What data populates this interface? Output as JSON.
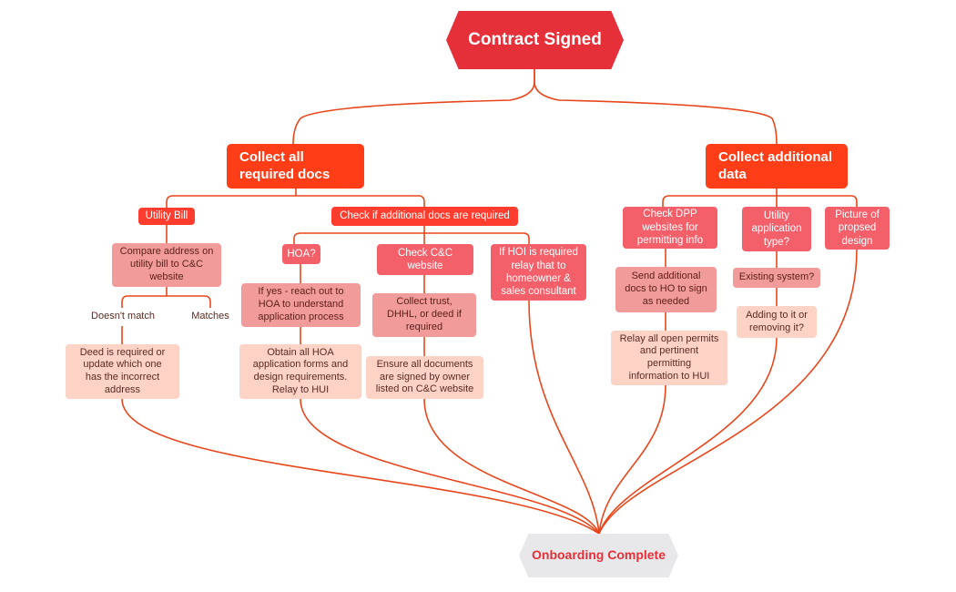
{
  "diagram": {
    "root": "Contract Signed",
    "end": "Onboarding Complete",
    "line_color": "#e8471c",
    "branches": {
      "collect_docs": "Collect all\nrequired docs",
      "collect_data": "Collect additional\ndata"
    },
    "docs": {
      "utility_bill": "Utility Bill",
      "compare_address": "Compare address on\nutility bill to C&C\nwebsite",
      "doesnt_match": "Doesn't match",
      "matches": "Matches",
      "deed_required": "Deed is required or\nupdate which one\nhas the incorrect\naddress",
      "check_additional": "Check if additional docs are required",
      "hoa": "HOA?",
      "hoa_reach_out": "If yes - reach out to\nHOA to understand\napplication process",
      "hoa_obtain": "Obtain all HOA\napplication forms and\ndesign requirements.\nRelay to HUI",
      "check_cc": "Check C&C\nwebsite",
      "collect_trust": "Collect trust,\nDHHL, or deed if\nrequired",
      "ensure_signed": "Ensure all documents\nare signed by owner\nlisted on C&C website",
      "hoi_required": "If HOI is required\nrelay that to\nhomeowner &\nsales consultant"
    },
    "data": {
      "check_dpp": "Check DPP\nwebsites for\npermitting info",
      "send_docs": "Send additional\ndocs to HO to sign\nas needed",
      "relay_permits": "Relay all open permits\nand pertinent\npermitting\ninformation to HUI",
      "utility_type": "Utility\napplication\ntype?",
      "existing_system": "Existing system?",
      "adding_removing": "Adding to it or\nremoving it?",
      "picture": "Picture of\npropsed\ndesign"
    }
  }
}
